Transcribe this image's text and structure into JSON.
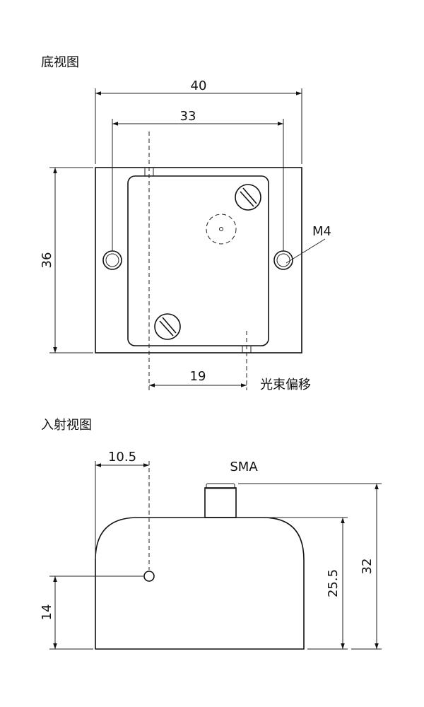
{
  "bottom_view": {
    "title": "底视图",
    "dim_width": "40",
    "dim_hole_spacing": "33",
    "dim_height": "36",
    "dim_offset": "19",
    "offset_label": "光束偏移",
    "thread_label": "M4"
  },
  "entry_view": {
    "title": "入射视图",
    "dim_x": "10.5",
    "connector_label": "SMA",
    "dim_total_height": "32",
    "dim_body_height": "25.5",
    "dim_beam_height": "14"
  }
}
